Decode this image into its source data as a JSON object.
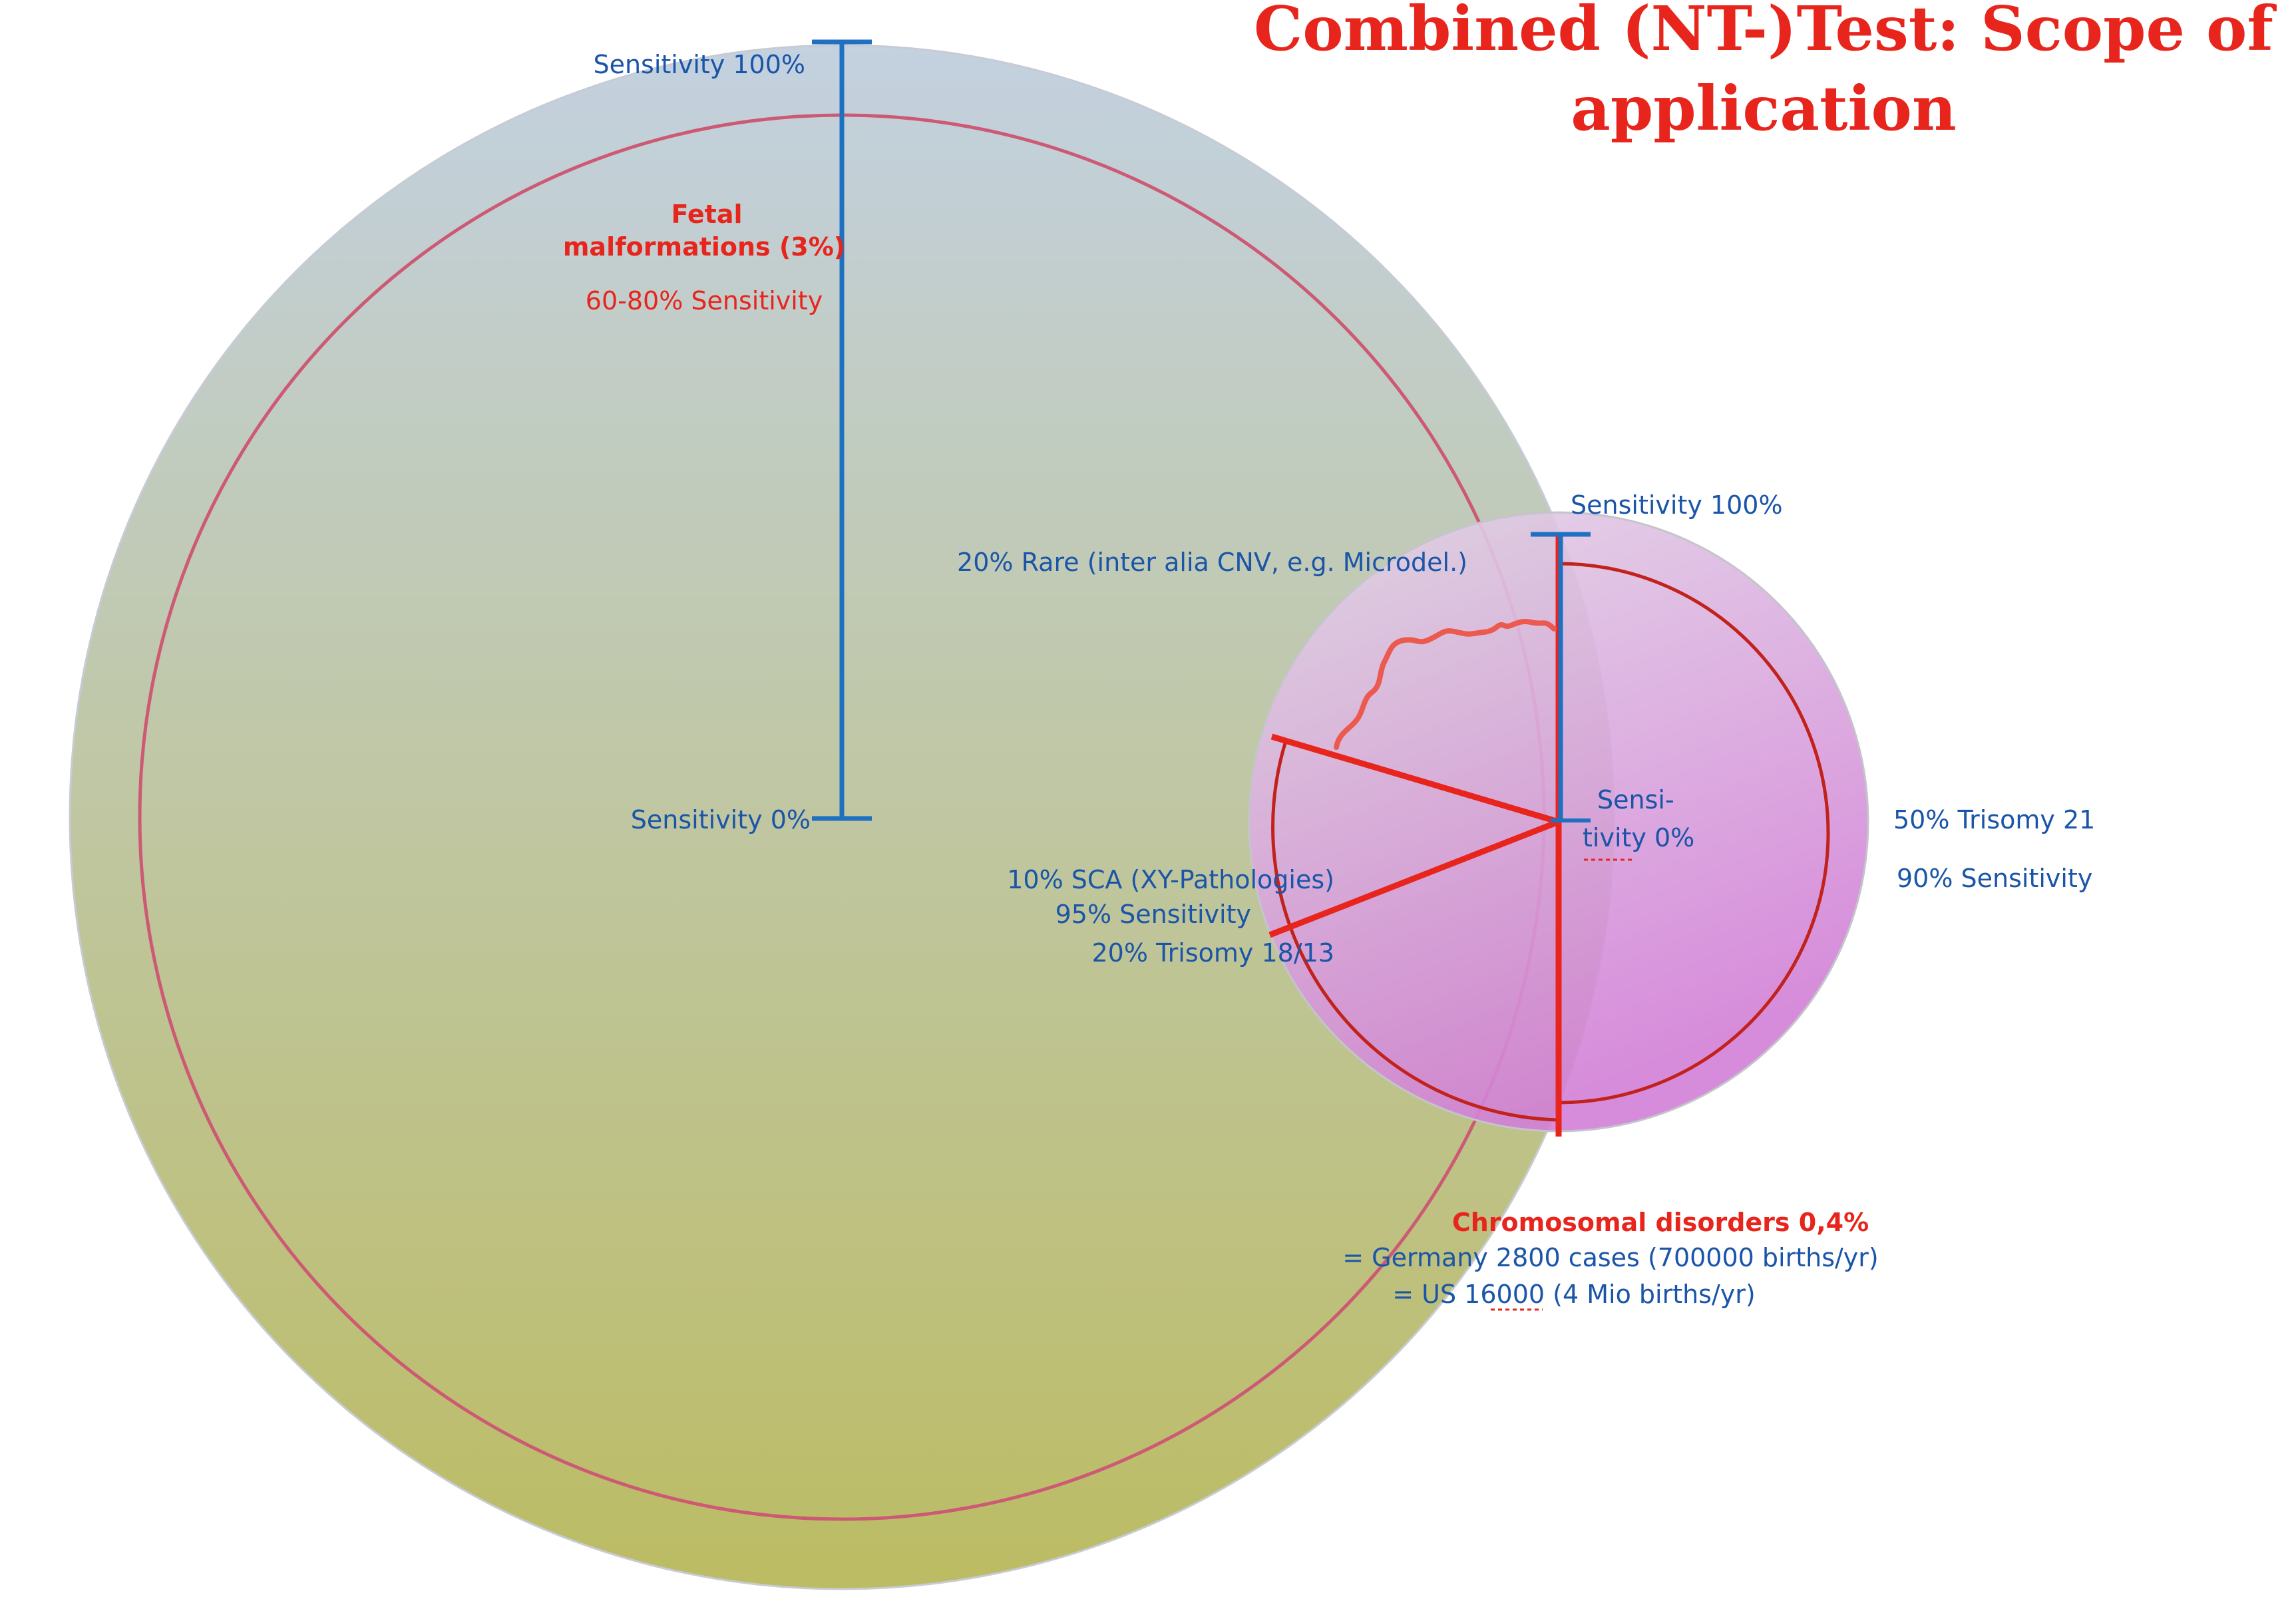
{
  "title": {
    "line1": "Combined (NT-)Test: Scope of",
    "line2": "application"
  },
  "large_circle": {
    "scale_top_label": "Sensitivity 100%",
    "scale_bottom_label": "Sensitivity 0%",
    "heading_line1": "Fetal",
    "heading_line2": "malformations (3%)",
    "sensitivity": "60-80% Sensitivity"
  },
  "small_circle": {
    "scale_top_label": "Sensitivity 100%",
    "scale_bottom_line1": "Sensi-",
    "scale_bottom_line2": "tivity 0%",
    "segments": [
      {
        "label": "20% Rare (inter alia CNV, e.g. Microdel.)",
        "share": 20
      },
      {
        "label": "10% SCA (XY-Pathologies)",
        "sensitivity": "95% Sensitivity",
        "share": 10
      },
      {
        "label": "20% Trisomy 18/13",
        "share": 20
      },
      {
        "label": "50% Trisomy 21",
        "sensitivity": "90% Sensitivity",
        "share": 50
      }
    ]
  },
  "chromosomal": {
    "heading": "Chromosomal disorders 0,4%",
    "line1": "= Germany 2800 cases (700000 births/yr)",
    "line2": "= US 16000 (4 Mio births/yr)"
  },
  "colors": {
    "title": "#e8251c",
    "label_blue": "#1a55a8",
    "big_circle_top": "#c3d1e0",
    "big_circle_bottom": "#bcbc63",
    "small_circle_top": "#e2d6e6",
    "small_circle_bottom": "#d27fd6",
    "sector_lines": "#e8251c"
  }
}
